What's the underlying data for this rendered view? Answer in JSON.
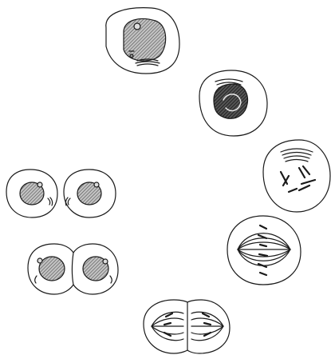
{
  "diagram": {
    "stages": [
      {
        "id": "cell-a"
      },
      {
        "id": "cell-b"
      },
      {
        "id": "cell-c"
      },
      {
        "id": "cell-d"
      },
      {
        "id": "cell-e"
      },
      {
        "id": "cell-f"
      },
      {
        "id": "cell-g"
      }
    ],
    "colors": {
      "stroke": "#1a1a1a",
      "fill": "#ffffff",
      "nucleus_fill": "#8c8c8c"
    }
  }
}
